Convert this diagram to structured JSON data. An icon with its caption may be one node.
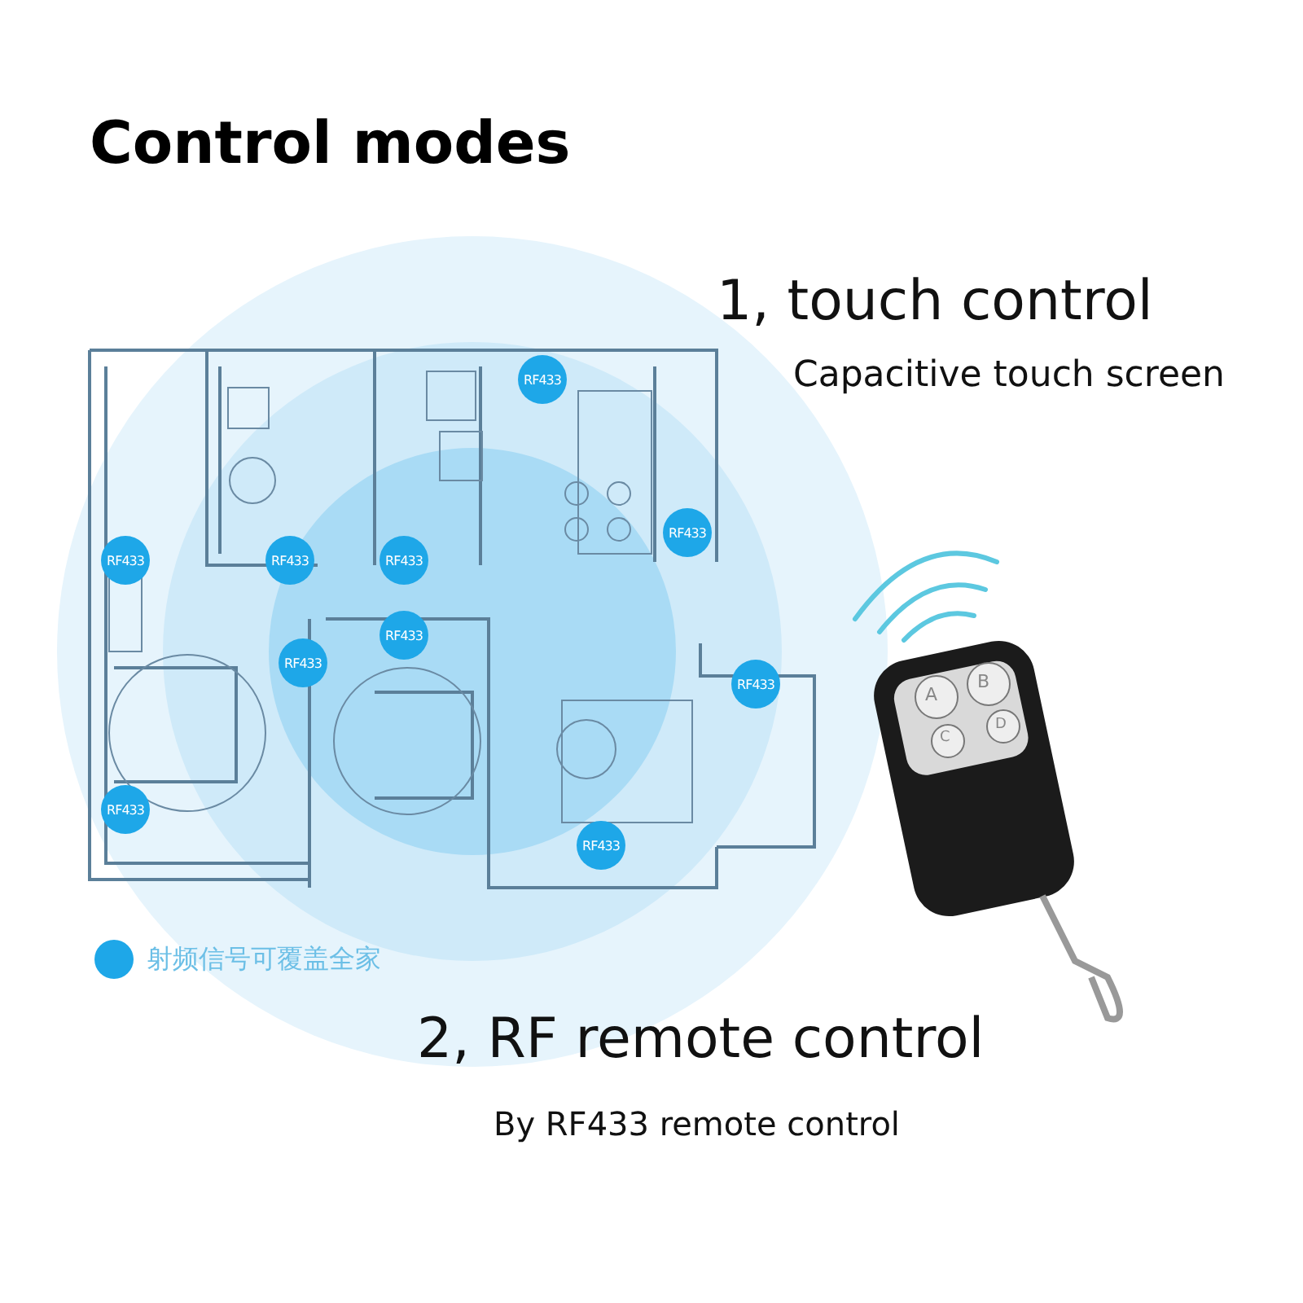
{
  "diagram": {
    "title": "Control modes",
    "nodes": [
      {
        "text": [
          "RF433"
        ]
      },
      {
        "text": [
          "RF433"
        ]
      },
      {
        "text": [
          "RF433"
        ]
      },
      {
        "text": [
          "RF433"
        ]
      },
      {
        "text": [
          "RF433"
        ]
      },
      {
        "text": [
          "RF433"
        ]
      },
      {
        "text": [
          "RF433"
        ]
      },
      {
        "text": [
          "RF433"
        ]
      },
      {
        "text": [
          "RF433"
        ]
      },
      {
        "text": [
          "RF433"
        ]
      }
    ],
    "labels": [
      "1, touch control",
      "Capacitive touch screen",
      "A",
      "B",
      "C",
      "D",
      "2, RF remote control",
      "By RF433 remote control"
    ],
    "legend": [
      {
        "text": "射频信号可覆盖全家",
        "color": "#1ea7e8"
      }
    ]
  }
}
